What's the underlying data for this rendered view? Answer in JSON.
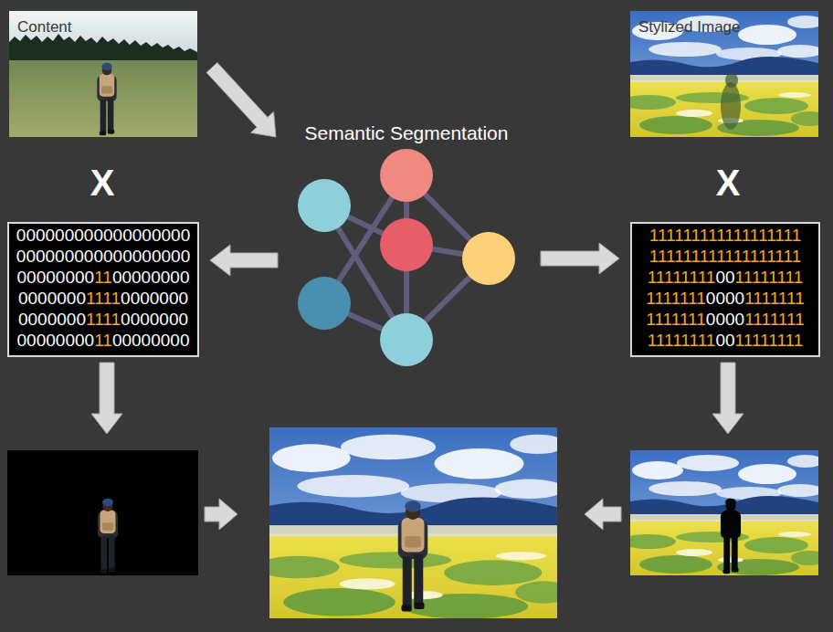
{
  "diagram": {
    "nodes": [
      {
        "text": [
          "Content"
        ]
      },
      {
        "text": [
          "Stylized Image"
        ]
      },
      {
        "text": [
          "Semantic Segmentation"
        ]
      },
      {
        "text": [
          "000000000000000000 000000000000000000 000000001100000000 000000011110000000 000000011110000000 000000001100000000"
        ]
      },
      {
        "text": [
          "111111111111111111 111111111111111111 111111110011111111 111111100001111111 111111100001111111 111111110011111111"
        ]
      }
    ],
    "edges": [
      {
        "from": 0,
        "to": 2,
        "arrow": "to"
      },
      {
        "from": 2,
        "to": 3,
        "arrow": "to"
      },
      {
        "from": 2,
        "to": 4,
        "arrow": "to"
      }
    ],
    "labels": [
      "X",
      "X"
    ]
  }
}
